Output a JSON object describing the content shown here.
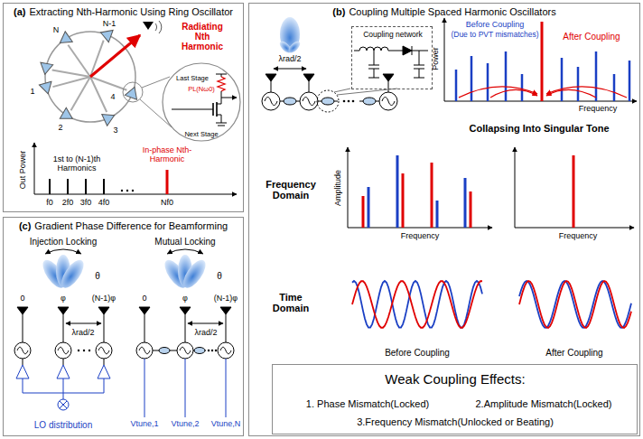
{
  "diagram": {
    "nodes": [
      {
        "text": [
          "(a)",
          "Extracting Nth-Harmonic Using Ring Oscillator"
        ]
      },
      {
        "text": [
          "Last Stage",
          "PL(Nω0)",
          "Next Stage"
        ],
        "in": 0
      },
      {
        "text": [
          "(b)",
          "Coupling Multiple Spaced Harmonic Oscillators"
        ]
      },
      {
        "text": [
          "Coupling network"
        ],
        "in": 2
      },
      {
        "text": [
          "Weak Coupling Effects:",
          "1. Phase Mismatch(Locked)",
          "2.Amplitude Mismatch(Locked)",
          "3.Frequency Mismatch(Unlocked or Beating)"
        ],
        "in": 2
      },
      {
        "text": [
          "(c)",
          "Gradient Phase Difference for Beamforming"
        ]
      }
    ],
    "labels": [
      "1",
      "2",
      "3",
      "4",
      "N",
      "N-1",
      "Radiating Nth Harmonic",
      "Out Power",
      "1st to (N-1)th Harmonics",
      "f0",
      "2f0",
      "3f0",
      "4f0",
      "Nf0",
      "In-phase Nth-Harmonic",
      "λrad/2",
      "Power",
      "Before Coupling",
      "(Due to PVT mismatches)",
      "After Coupling",
      "Frequency",
      "Collapsing Into Singular Tone",
      "Frequency Domain",
      "Amplitude",
      "Frequency",
      "Frequency",
      "Time Domain",
      "Before Coupling",
      "After Coupling",
      "Injection Locking",
      "Mutual Locking",
      "0",
      "φ",
      "(N-1)φ",
      "λrad/2",
      "θ",
      "LO distribution",
      "0",
      "φ",
      "(N-1)φ",
      "λrad/2",
      "θ",
      "Vtune,1",
      "Vtune,2",
      "Vtune,N"
    ]
  }
}
